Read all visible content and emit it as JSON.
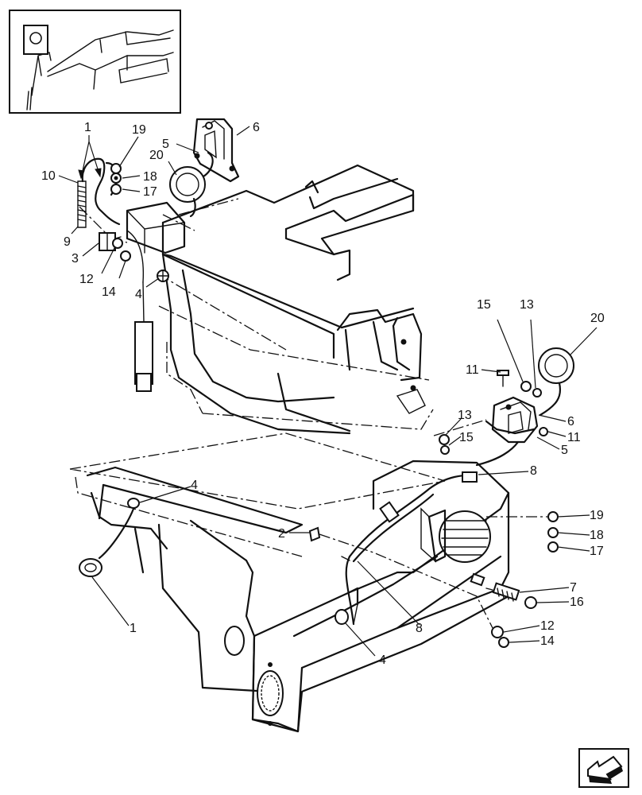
{
  "callouts": [
    {
      "id": "c1-top",
      "text": "1"
    },
    {
      "id": "c19-top",
      "text": "19"
    },
    {
      "id": "c6-top",
      "text": "6"
    },
    {
      "id": "c5-top",
      "text": "5"
    },
    {
      "id": "c20-top",
      "text": "20"
    },
    {
      "id": "c10",
      "text": "10"
    },
    {
      "id": "c18-top",
      "text": "18"
    },
    {
      "id": "c17-top",
      "text": "17"
    },
    {
      "id": "c9",
      "text": "9"
    },
    {
      "id": "c3",
      "text": "3"
    },
    {
      "id": "c12-top",
      "text": "12"
    },
    {
      "id": "c14-top",
      "text": "14"
    },
    {
      "id": "c4-top",
      "text": "4"
    },
    {
      "id": "c15-top",
      "text": "15"
    },
    {
      "id": "c13-top",
      "text": "13"
    },
    {
      "id": "c20-right",
      "text": "20"
    },
    {
      "id": "c11-top",
      "text": "11"
    },
    {
      "id": "c13-mid",
      "text": "13"
    },
    {
      "id": "c15-mid",
      "text": "15"
    },
    {
      "id": "c6-right",
      "text": "6"
    },
    {
      "id": "c11-right",
      "text": "11"
    },
    {
      "id": "c5-right",
      "text": "5"
    },
    {
      "id": "c8-right",
      "text": "8"
    },
    {
      "id": "c4-mid",
      "text": "4"
    },
    {
      "id": "c19-right",
      "text": "19"
    },
    {
      "id": "c18-right",
      "text": "18"
    },
    {
      "id": "c2",
      "text": "2"
    },
    {
      "id": "c17-right",
      "text": "17"
    },
    {
      "id": "c7",
      "text": "7"
    },
    {
      "id": "c16",
      "text": "16"
    },
    {
      "id": "c1-bottom",
      "text": "1"
    },
    {
      "id": "c8-bottom",
      "text": "8"
    },
    {
      "id": "c12-bottom",
      "text": "12"
    },
    {
      "id": "c14-bottom",
      "text": "14"
    },
    {
      "id": "c4-bottom",
      "text": "4"
    }
  ],
  "icons": {
    "nav": "next-page-arrow-icon"
  }
}
